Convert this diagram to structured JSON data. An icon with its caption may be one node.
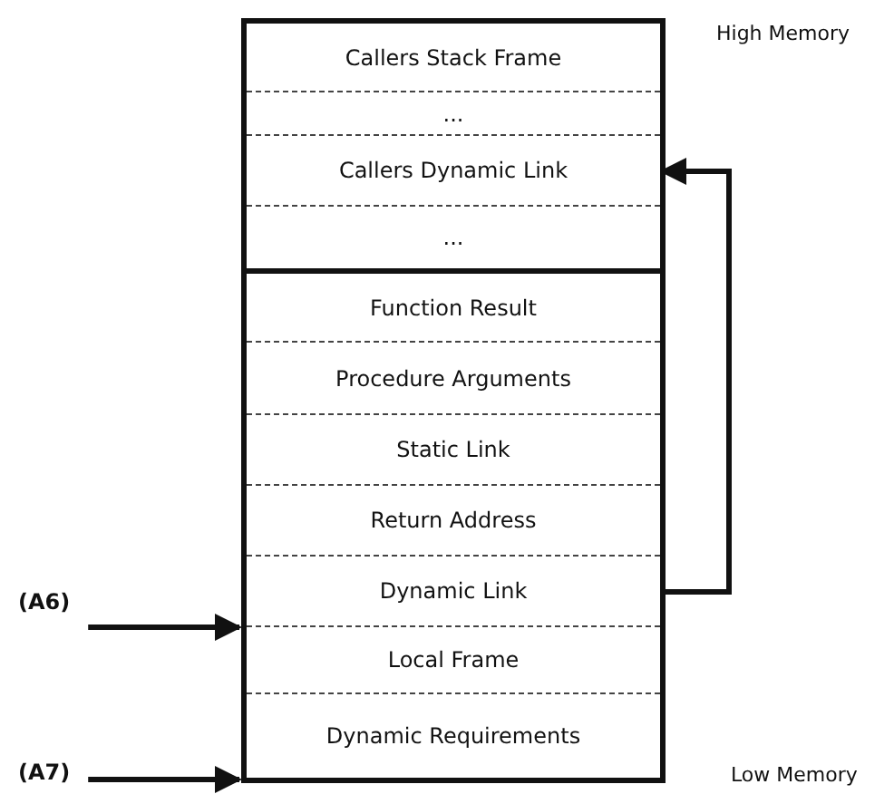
{
  "diagram": {
    "nodes": [
      {
        "text": [],
        "shape": "box"
      },
      {
        "text": [
          "Callers Stack Frame"
        ],
        "in": 0
      },
      {
        "text": [
          "..."
        ],
        "in": 0
      },
      {
        "text": [
          "Callers Dynamic Link"
        ],
        "in": 0
      },
      {
        "text": [
          "..."
        ],
        "in": 0
      },
      {
        "text": [],
        "shape": "box"
      },
      {
        "text": [
          "Function Result"
        ],
        "in": 5
      },
      {
        "text": [
          "Procedure Arguments"
        ],
        "in": 5
      },
      {
        "text": [
          "Static Link"
        ],
        "in": 5
      },
      {
        "text": [
          "Return Address"
        ],
        "in": 5
      },
      {
        "text": [
          "Dynamic Link"
        ],
        "in": 5
      },
      {
        "text": [
          "Local Frame"
        ],
        "in": 5
      },
      {
        "text": [
          "Dynamic Requirements"
        ],
        "in": 5
      },
      {
        "text": [
          "(A6)"
        ]
      },
      {
        "text": [
          "(A7)"
        ]
      }
    ],
    "edges": [
      {
        "from": 10,
        "to": 3,
        "arrow": "to"
      },
      {
        "from": 13,
        "to": 11,
        "arrow": "to"
      },
      {
        "from": 14,
        "to": 12,
        "arrow": "to"
      }
    ],
    "labels": [
      "High Memory",
      "Low Memory"
    ]
  }
}
